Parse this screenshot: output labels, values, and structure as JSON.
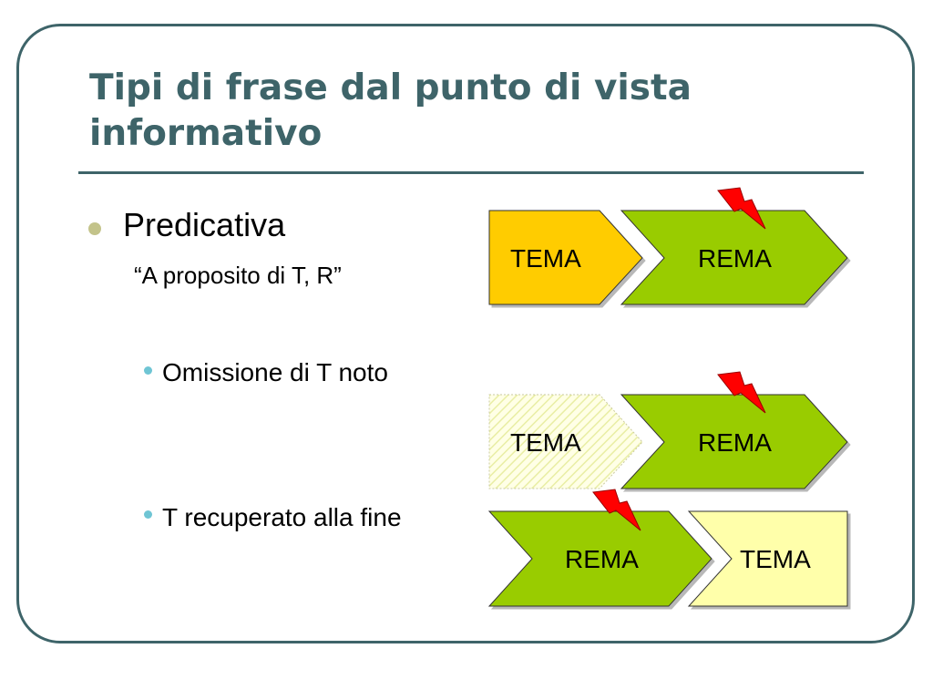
{
  "slide": {
    "title": "Tipi di frase dal punto di vista informativo",
    "bullets": [
      {
        "level": 1,
        "text": "Predicativa",
        "subtext": "“A proposito di T, R”"
      },
      {
        "level": 2,
        "text": "Omissione di T noto"
      },
      {
        "level": 2,
        "text": "T recuperato alla fine"
      }
    ]
  },
  "diagram": {
    "rows": [
      {
        "first": {
          "label": "TEMA",
          "style": "solid-orange"
        },
        "second": {
          "label": "REMA",
          "style": "green"
        }
      },
      {
        "first": {
          "label": "TEMA",
          "style": "hatched-light"
        },
        "second": {
          "label": "REMA",
          "style": "green"
        }
      },
      {
        "first": {
          "label": "REMA",
          "style": "green"
        },
        "second": {
          "label": "TEMA",
          "style": "pale-yellow"
        }
      }
    ],
    "colors": {
      "tema": "#ffcc00",
      "rema": "#99cc00",
      "tema_pale": "#ffffaa",
      "lightning": "#ff0000",
      "accent": "#3e6469"
    }
  }
}
